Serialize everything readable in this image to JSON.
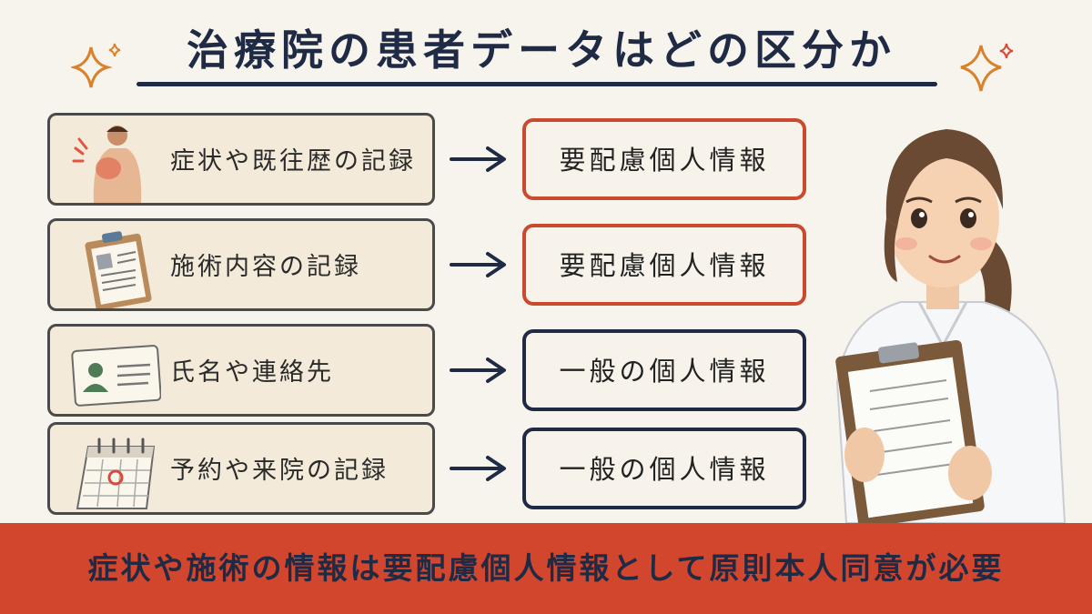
{
  "title": "治療院の患者データはどの区分か",
  "rows": [
    {
      "label": "症状や既往歴の記録",
      "category": "要配慮個人情報",
      "icon": "injured-back-icon",
      "kind": "sensitive"
    },
    {
      "label": "施術内容の記録",
      "category": "要配慮個人情報",
      "icon": "clipboard-chart-icon",
      "kind": "sensitive"
    },
    {
      "label": "氏名や連絡先",
      "category": "一般の個人情報",
      "icon": "id-card-icon",
      "kind": "general"
    },
    {
      "label": "予約や来院の記録",
      "category": "一般の個人情報",
      "icon": "calendar-icon",
      "kind": "general"
    }
  ],
  "footer": "症状や施術の情報は要配慮個人情報として原則本人同意が必要",
  "colors": {
    "sensitive": "#c94a2f",
    "general": "#1f2a44",
    "footer_bg": "#d2462e",
    "background": "#f7f4ee"
  }
}
